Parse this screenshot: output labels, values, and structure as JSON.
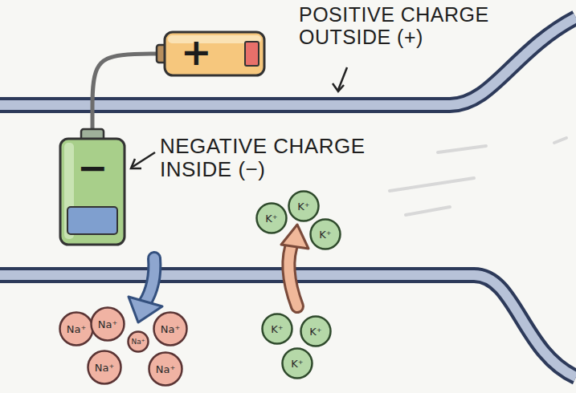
{
  "diagram": {
    "nodes": [
      {
        "text": [
          "+"
        ]
      },
      {
        "text": [
          "−"
        ]
      },
      {
        "text": [
          "K⁺"
        ]
      },
      {
        "text": [
          "K⁺"
        ]
      },
      {
        "text": [
          "K⁺"
        ]
      },
      {
        "text": [
          "Na⁺"
        ]
      },
      {
        "text": [
          "Na⁺"
        ]
      },
      {
        "text": [
          "Na⁺"
        ]
      },
      {
        "text": [
          "Na⁺"
        ]
      },
      {
        "text": [
          "K⁺"
        ]
      },
      {
        "text": [
          "K⁺"
        ]
      },
      {
        "text": [
          "Na⁺"
        ]
      },
      {
        "text": [
          "Na⁺"
        ]
      },
      {
        "text": [
          "K⁺"
        ]
      }
    ],
    "edges": [
      {
        "from": 0,
        "to": 1,
        "arrow": "none"
      }
    ],
    "labels": [
      "POSITIVE CHARGE OUTSIDE (+)",
      "NEGATIVE CHARGE INSIDE (−)"
    ]
  }
}
